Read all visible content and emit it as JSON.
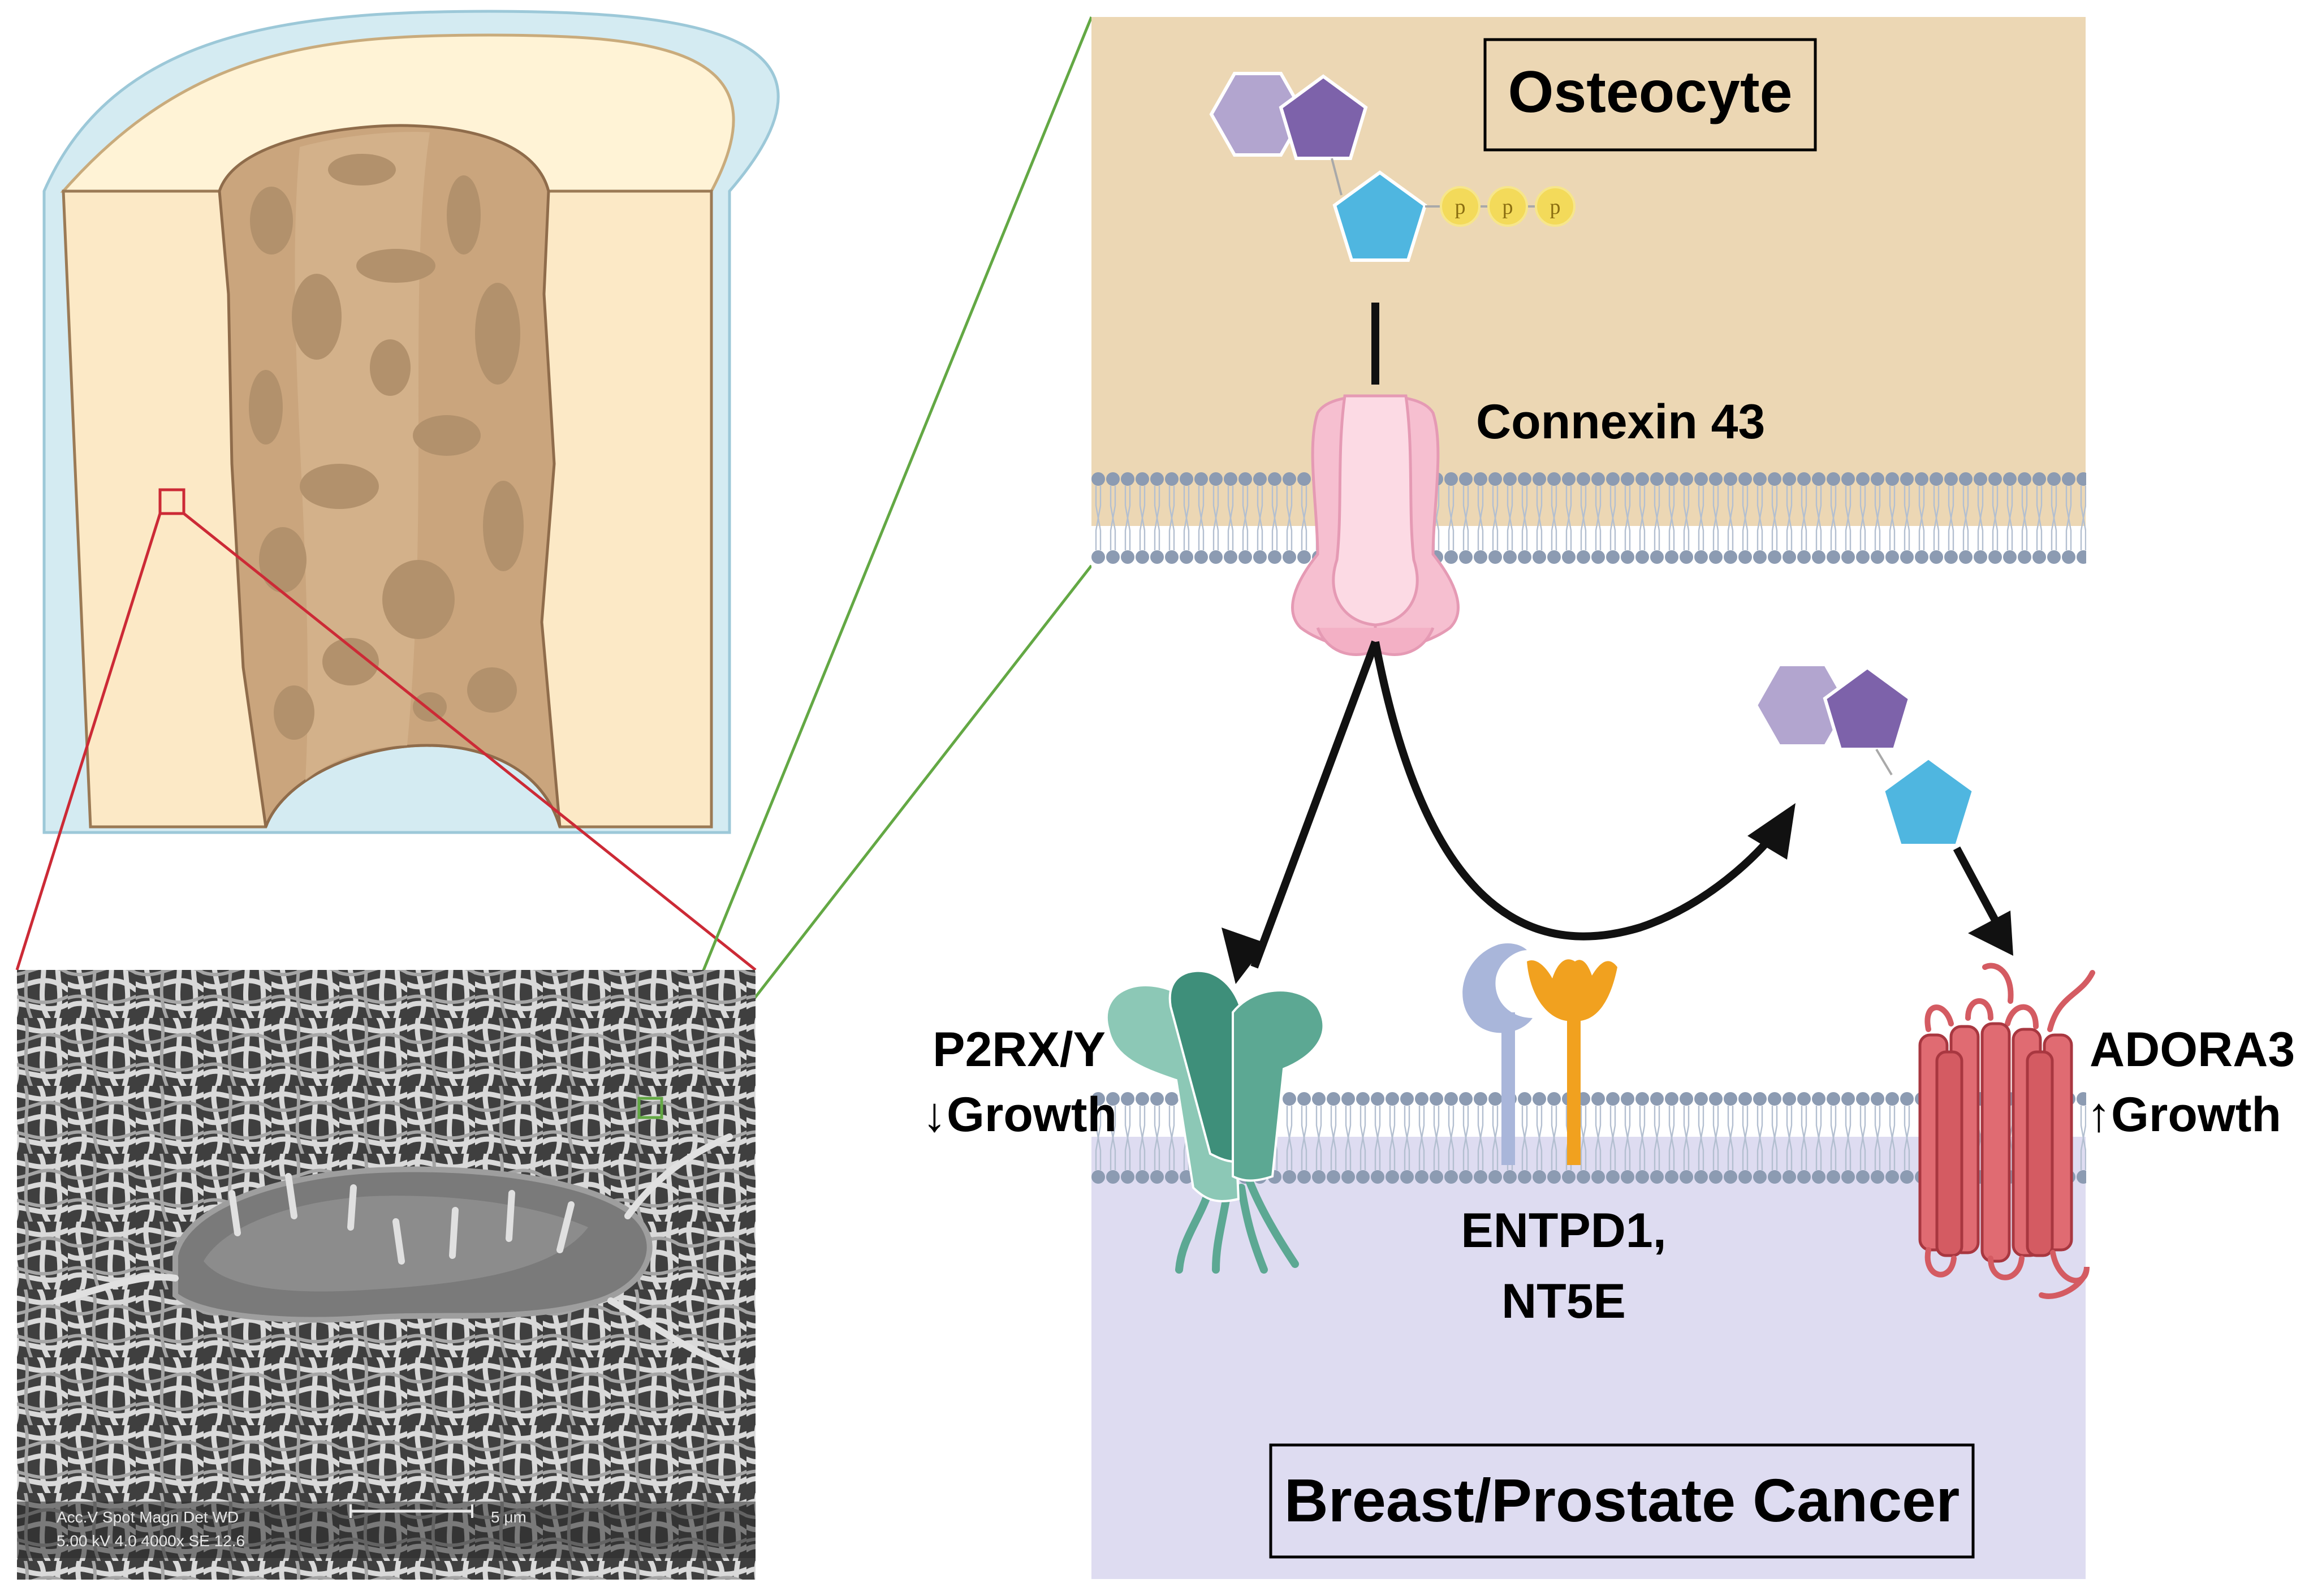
{
  "labels": {
    "osteocyte": "Osteocyte",
    "connexin": "Connexin 43",
    "p2rx": "P2RX/Y",
    "p2rx_effect": "↓Growth",
    "adora3": "ADORA3",
    "adora3_effect": "↑Growth",
    "ecto_enzymes_line1": "ENTPD1,",
    "ecto_enzymes_line2": "NT5E",
    "cancer": "Breast/Prostate Cancer"
  },
  "phosphates": [
    "p",
    "p",
    "p"
  ],
  "micrograph": {
    "params_line1": "Acc.V  Spot Magn    Det  WD",
    "params_line2": "5.00 kV 4.0   4000x   SE   12.6",
    "scale_bar": "5 μm"
  },
  "colors": {
    "osteocyte_bg": "#ecd7b4",
    "cancer_bg": "#dedcf1",
    "membrane": "#8c9bb2",
    "hexagon": "#b2a5cf",
    "pentagon_purple": "#7d62aa",
    "pentagon_blue": "#4fb6e0",
    "phosphate": "#f3da5a",
    "connexin": "#f6bfd0",
    "p2rx": "#5ca893",
    "adora3": "#d45b62",
    "entpd1": "#a9b6da",
    "nt5e": "#f1a11f",
    "zoom_red": "#cc2a36",
    "zoom_green": "#63a844",
    "bone_cortex": "#fce9c6",
    "bone_marrow": "#caa57d",
    "periosteum": "#d4ebf2"
  }
}
